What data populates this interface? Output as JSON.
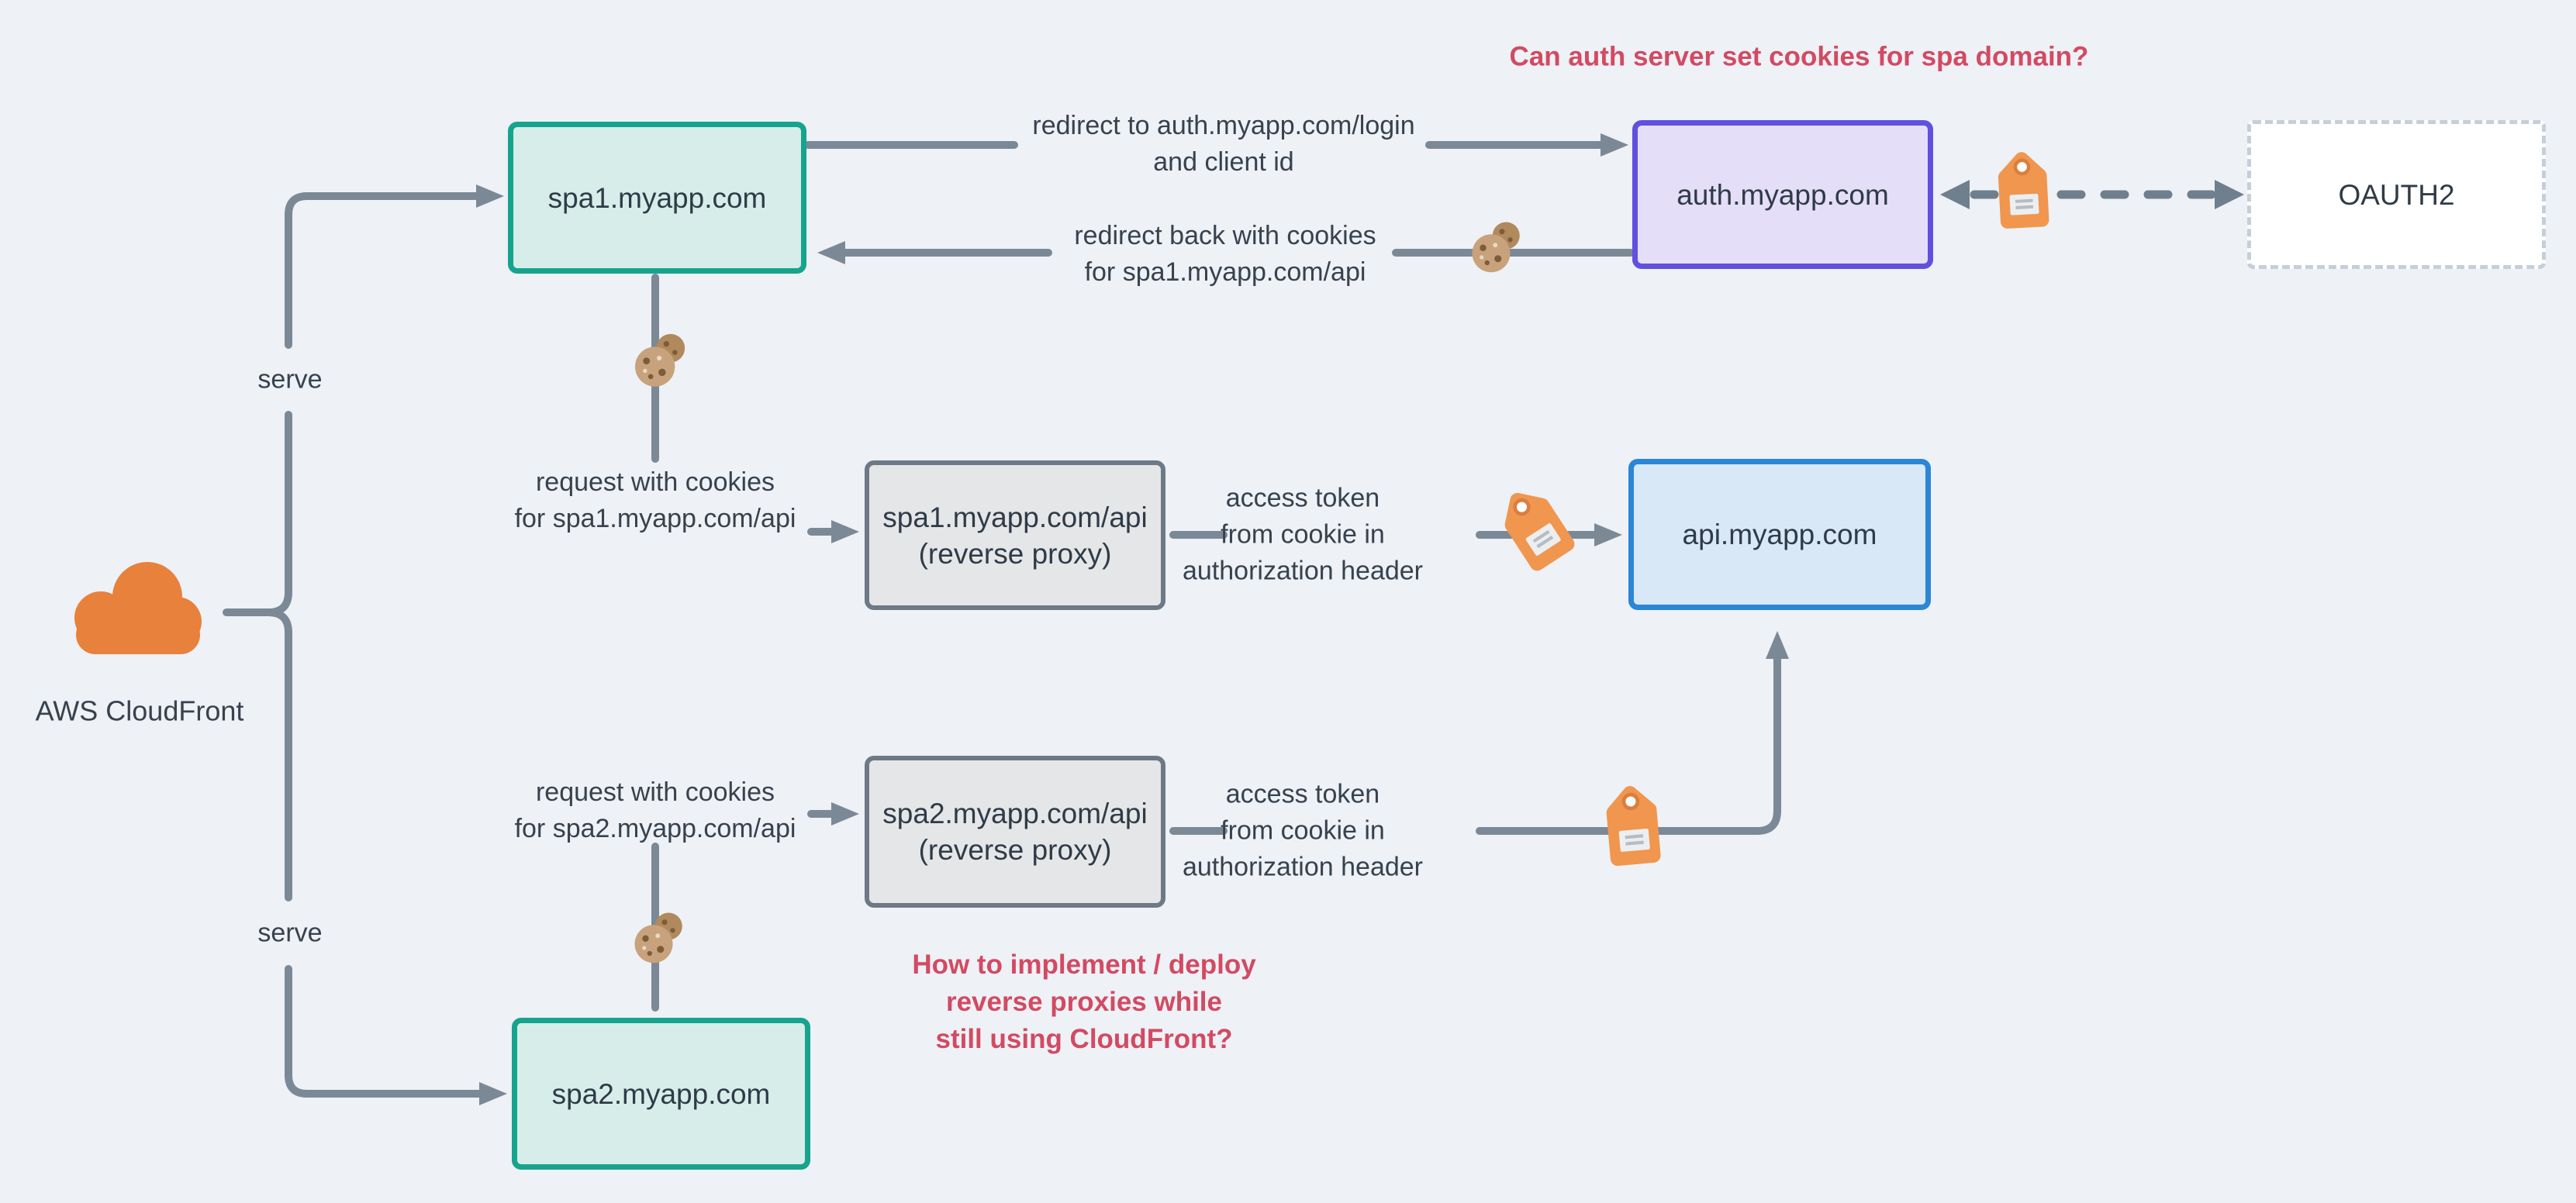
{
  "diagram": {
    "background_color": "#eef1f5",
    "line_color": "#7b8997",
    "text_color": "#37424e",
    "question_color": "#d24a63"
  },
  "cloudfront": {
    "label": "AWS CloudFront",
    "icon_color": "#e8813c"
  },
  "nodes": {
    "spa1": {
      "label": "spa1.myapp.com",
      "border": "#16a48e",
      "fill": "#d6ede9"
    },
    "auth": {
      "label": "auth.myapp.com",
      "border": "#6050e0",
      "fill": "#e4def8"
    },
    "oauth2": {
      "label": "OAUTH2",
      "border": "#c5cfd8",
      "fill": "#ffffff"
    },
    "rp1": {
      "line1": "spa1.myapp.com/api",
      "line2": "(reverse proxy)",
      "border": "#6d7985",
      "fill": "#e4e6e8"
    },
    "api": {
      "label": "api.myapp.com",
      "border": "#2b86d6",
      "fill": "#d8e8f7"
    },
    "rp2": {
      "line1": "spa2.myapp.com/api",
      "line2": "(reverse proxy)",
      "border": "#6d7985",
      "fill": "#e4e6e8"
    },
    "spa2": {
      "label": "spa2.myapp.com",
      "border": "#16a48e",
      "fill": "#d6ede9"
    }
  },
  "edge_labels": {
    "serve1": "serve",
    "serve2": "serve",
    "redirect_to": {
      "line1": "redirect to auth.myapp.com/login",
      "line2": "and client id"
    },
    "redirect_back": {
      "line1": "redirect back with cookies",
      "line2": "for spa1.myapp.com/api"
    },
    "request1": {
      "line1": "request with cookies",
      "line2": "for spa1.myapp.com/api"
    },
    "token1": {
      "line1": "access token",
      "line2": "from cookie in",
      "line3": "authorization header"
    },
    "request2": {
      "line1": "request with cookies",
      "line2": "for spa2.myapp.com/api"
    },
    "token2": {
      "line1": "access token",
      "line2": "from cookie in",
      "line3": "authorization header"
    }
  },
  "annotations": {
    "q1": "Can auth server set cookies for spa domain?",
    "q2": {
      "line1": "How to implement / deploy",
      "line2": "reverse proxies while",
      "line3": "still using CloudFront?"
    }
  },
  "icons": {
    "cookie_color": "#c7a27c",
    "tag_color": "#f0964f"
  }
}
